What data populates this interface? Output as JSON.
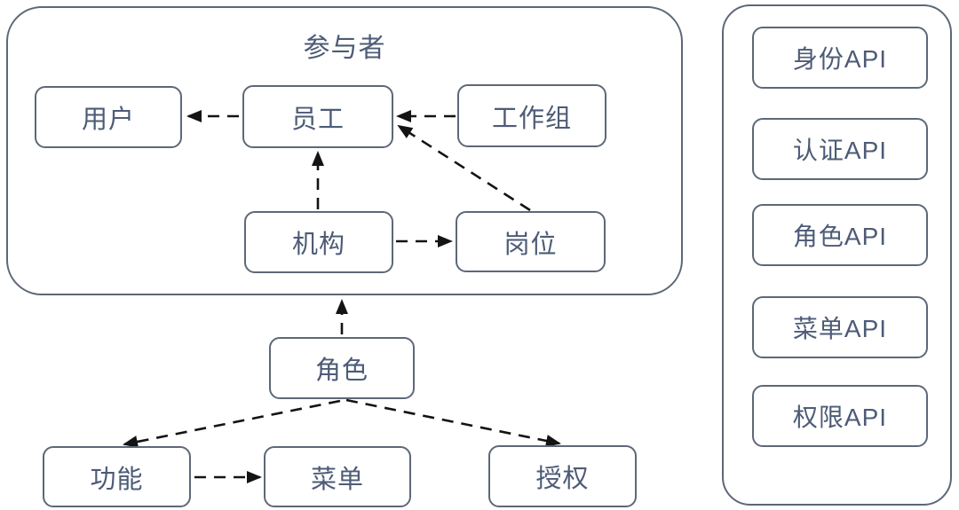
{
  "diagram": {
    "participants_group": {
      "title": "参与者",
      "nodes": [
        {
          "id": "user",
          "label": "用户"
        },
        {
          "id": "employee",
          "label": "员工"
        },
        {
          "id": "workgroup",
          "label": "工作组"
        },
        {
          "id": "organization",
          "label": "机构"
        },
        {
          "id": "position",
          "label": "岗位"
        }
      ]
    },
    "nodes": [
      {
        "id": "role",
        "label": "角色"
      },
      {
        "id": "function",
        "label": "功能"
      },
      {
        "id": "menu",
        "label": "菜单"
      },
      {
        "id": "authorization",
        "label": "授权"
      }
    ],
    "edges": [
      {
        "from": "employee",
        "to": "user",
        "line": "dashed",
        "arrow": true
      },
      {
        "from": "workgroup",
        "to": "employee",
        "line": "dashed",
        "arrow": true
      },
      {
        "from": "position",
        "to": "employee",
        "line": "dashed",
        "arrow": true
      },
      {
        "from": "organization",
        "to": "employee",
        "line": "dashed",
        "arrow": true
      },
      {
        "from": "organization",
        "to": "position",
        "line": "dashed",
        "arrow": true
      },
      {
        "from": "role",
        "to": "participants_group",
        "line": "dashed",
        "arrow": true
      },
      {
        "from": "role",
        "to": "function",
        "line": "dashed",
        "arrow": true
      },
      {
        "from": "role",
        "to": "authorization",
        "line": "dashed",
        "arrow": true
      },
      {
        "from": "function",
        "to": "menu",
        "line": "dashed",
        "arrow": true
      }
    ]
  },
  "api_panel": {
    "items": [
      {
        "id": "identity",
        "label": "身份API"
      },
      {
        "id": "auth",
        "label": "认证API"
      },
      {
        "id": "role",
        "label": "角色API"
      },
      {
        "id": "menu",
        "label": "菜单API"
      },
      {
        "id": "perm",
        "label": "权限API"
      }
    ]
  },
  "colors": {
    "box_border": "#5d6877",
    "text": "#4d5b77",
    "arrow": "#141414",
    "background": "#ffffff"
  }
}
